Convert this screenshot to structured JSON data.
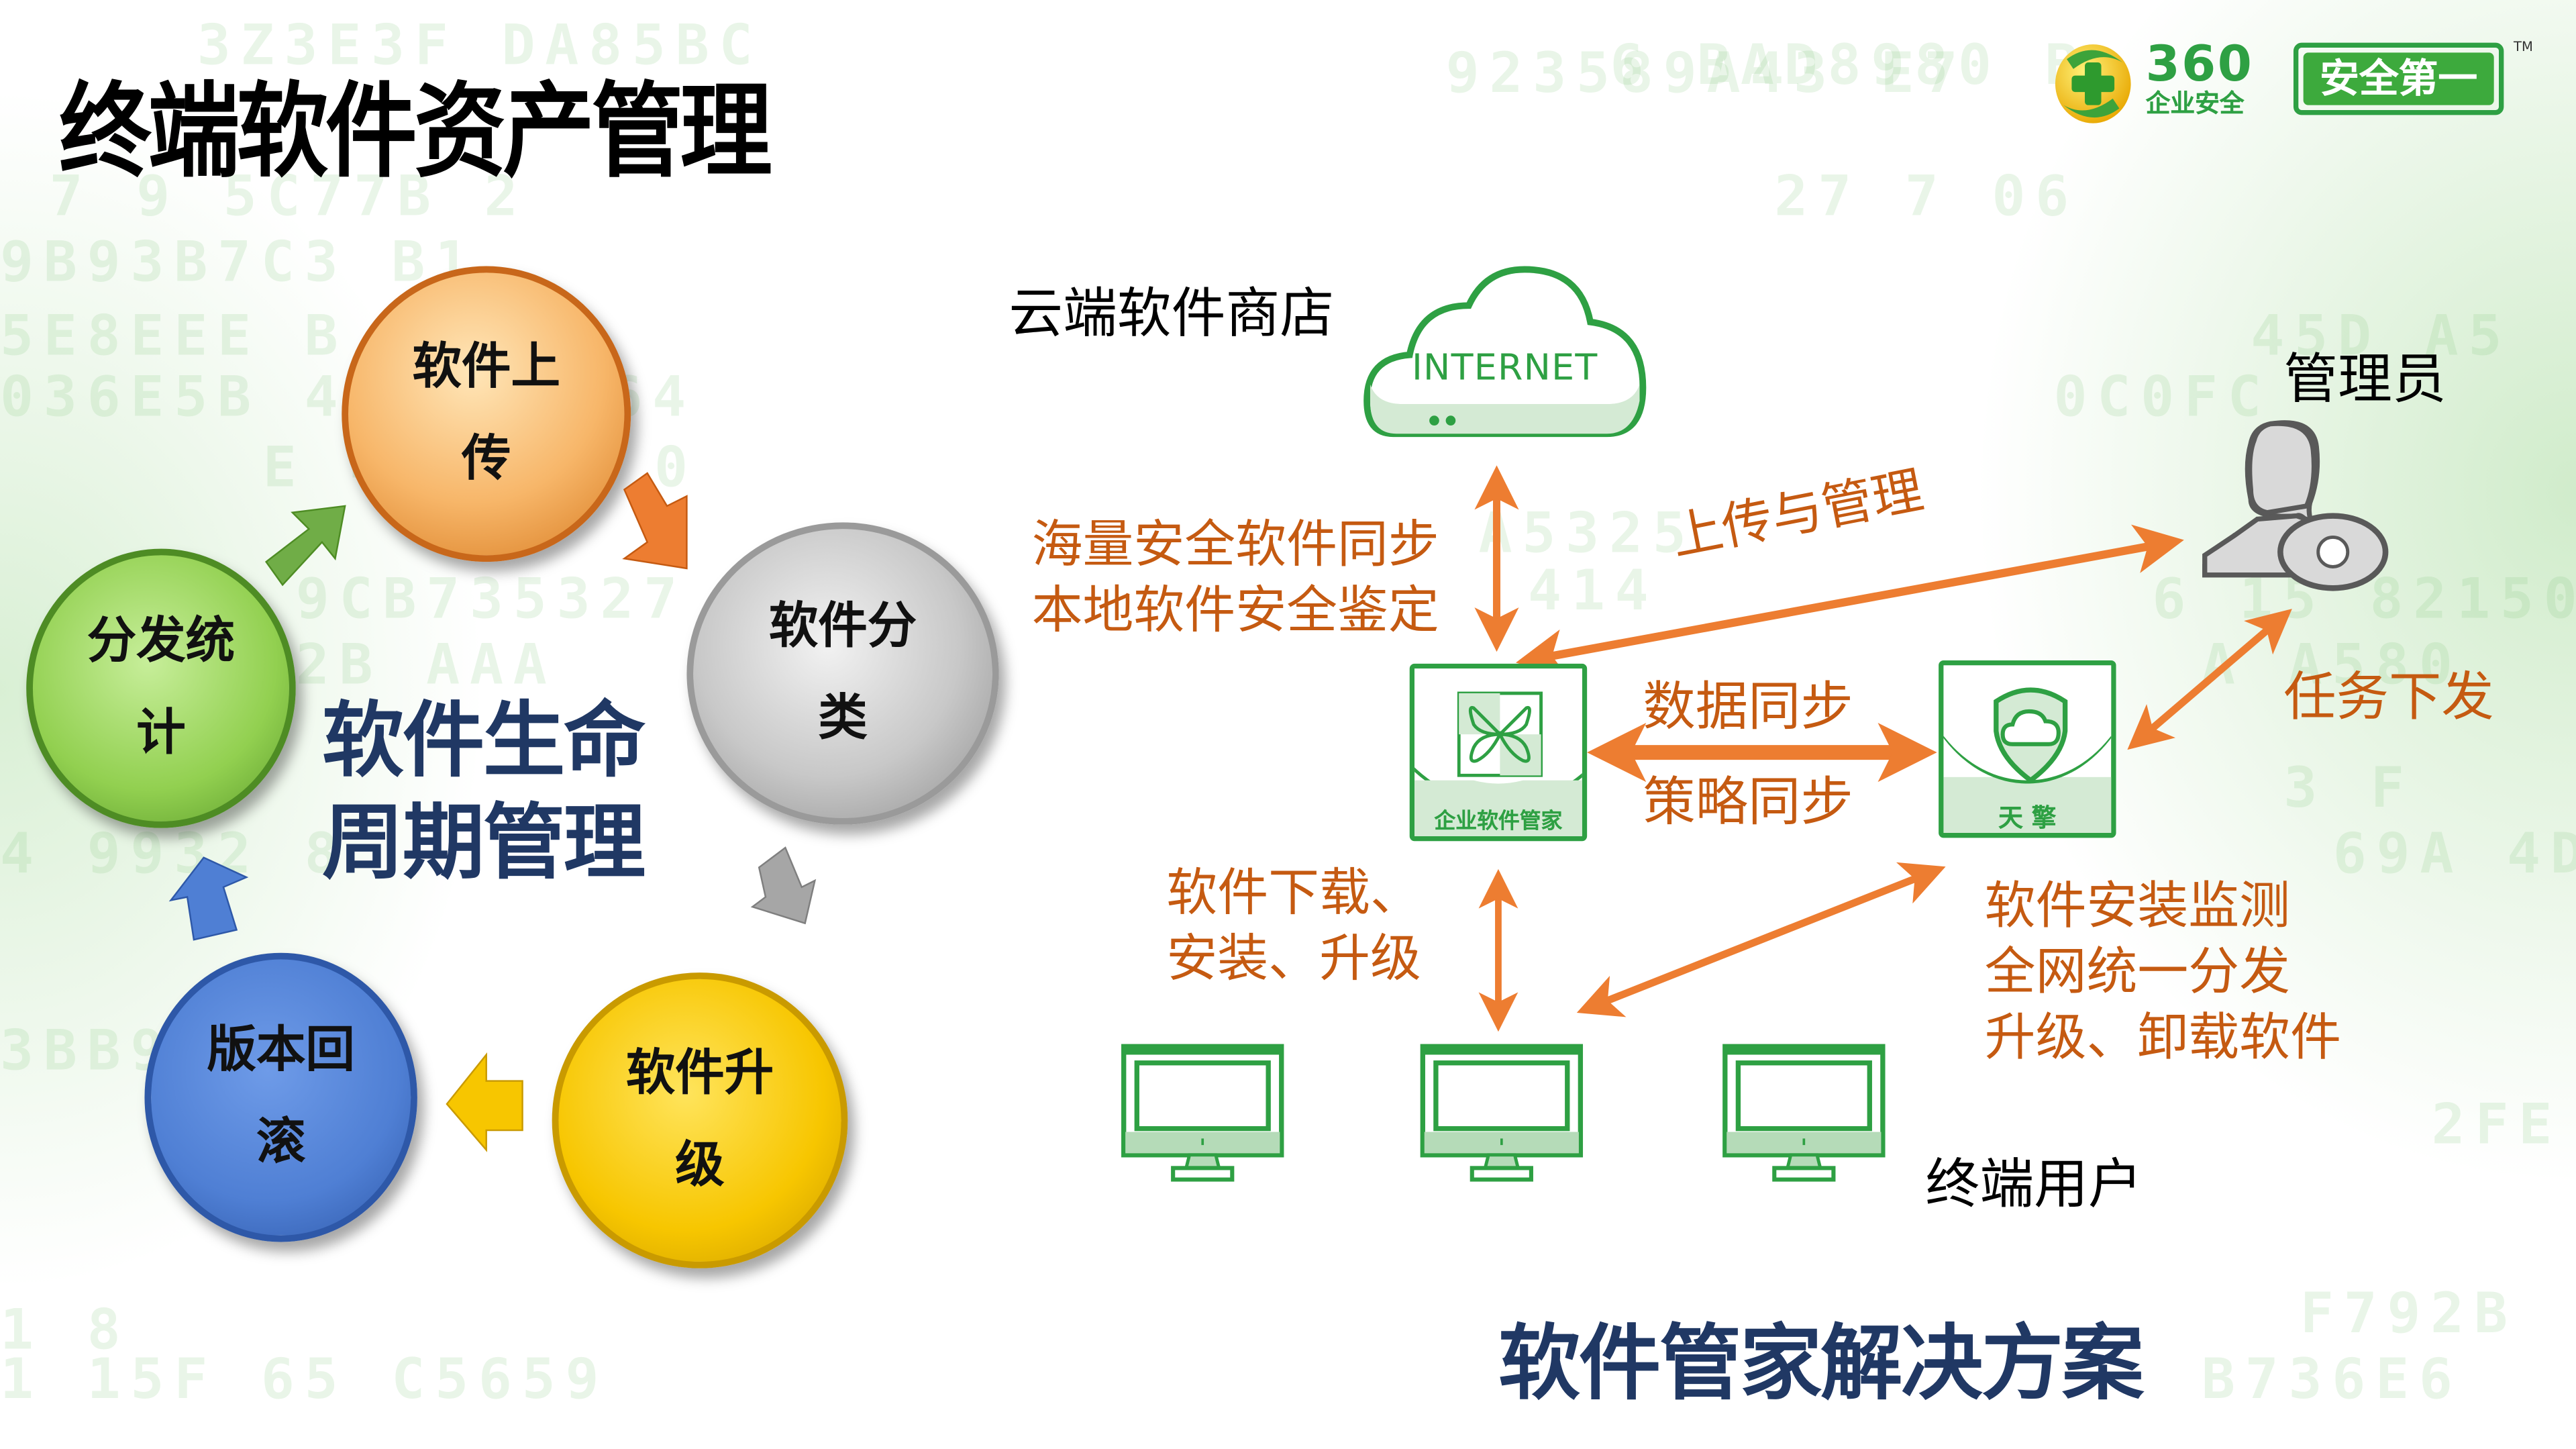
{
  "page": {
    "title": "终端软件资产管理",
    "subtitle_lifecycle": [
      "软件生命",
      "周期管理"
    ],
    "subtitle_solution": "软件管家解决方案"
  },
  "logo": {
    "brand": "360",
    "brand_sub": "企业安全",
    "slogan": "安全第一",
    "trademark": "TM"
  },
  "lifecycle": {
    "stages": [
      {
        "id": "upload",
        "lines": [
          "软件上",
          "传"
        ],
        "color": "#F4A04A"
      },
      {
        "id": "classify",
        "lines": [
          "软件分",
          "类"
        ],
        "color": "#C0C0C0"
      },
      {
        "id": "upgrade",
        "lines": [
          "软件升",
          "级"
        ],
        "color": "#F7C600"
      },
      {
        "id": "rollback",
        "lines": [
          "版本回",
          "滚"
        ],
        "color": "#4F7FD4"
      },
      {
        "id": "distribute",
        "lines": [
          "分发统",
          "计"
        ],
        "color": "#92D050"
      }
    ]
  },
  "solution": {
    "cloud_label": "云端软件商店",
    "cloud_text": "INTERNET",
    "admin_label": "管理员",
    "endpoint_label": "终端用户",
    "manager_box_label": "企业软件管家",
    "tianqing_box_label": "天 擎",
    "edges": {
      "cloud_manager": [
        "海量安全软件同步",
        "本地软件安全鉴定"
      ],
      "admin_manager": "上传与管理",
      "data_sync": "数据同步",
      "policy_sync": "策略同步",
      "admin_tianqing": "任务下发",
      "manager_endpoint": [
        "软件下载、",
        "安装、升级"
      ],
      "tianqing_endpoint": [
        "软件安装监测",
        "全网统一分发",
        "升级、卸载软件"
      ]
    }
  },
  "colors": {
    "accent_orange": "#ED7D31",
    "label_orange": "#C55A11",
    "brand_green": "#2EA043",
    "navy": "#203864"
  }
}
